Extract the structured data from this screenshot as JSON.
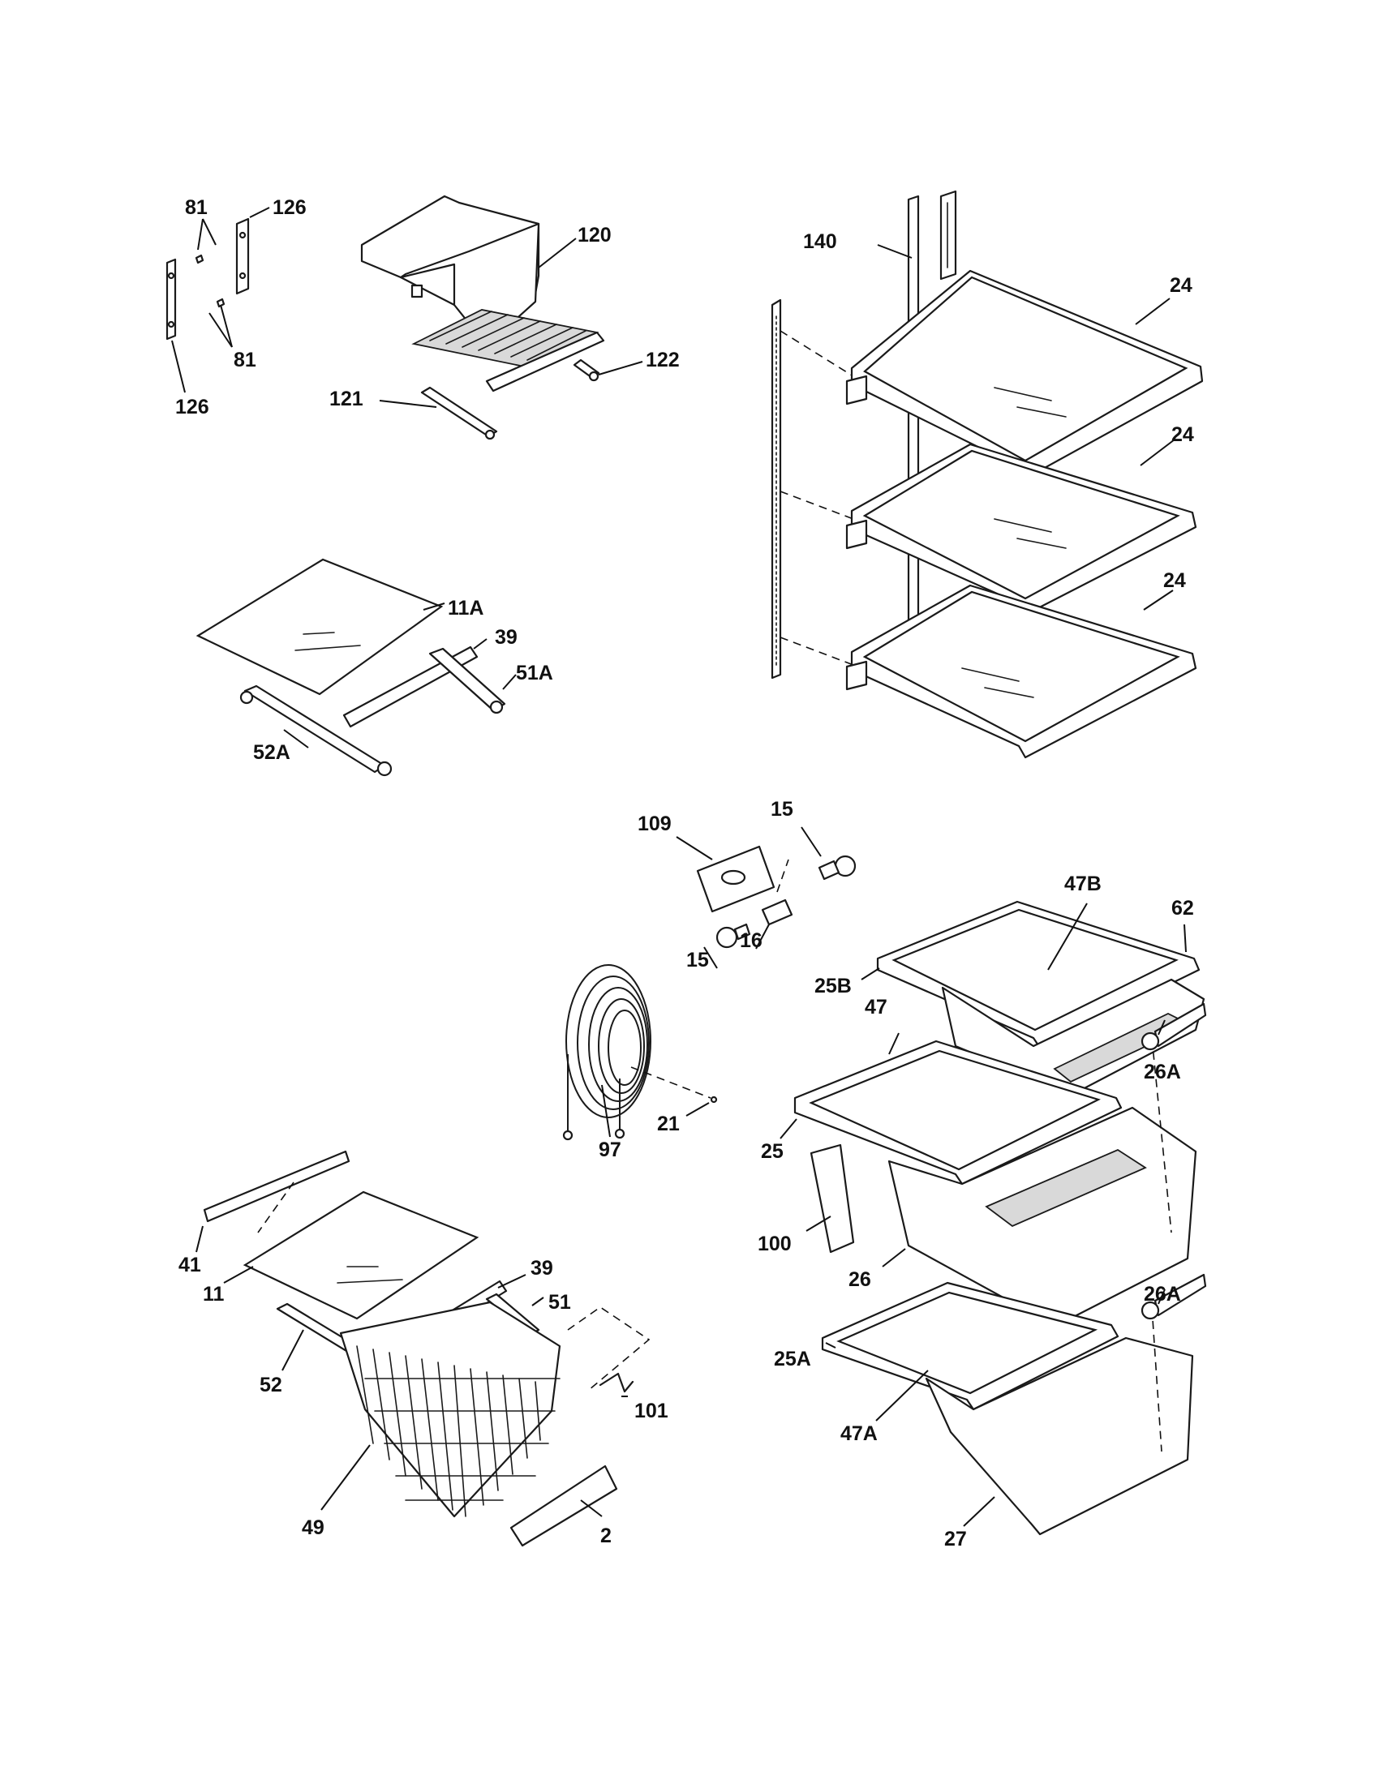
{
  "callouts": {
    "c81a": "81",
    "c126a": "126",
    "c81b": "81",
    "c126b": "126",
    "c120": "120",
    "c122": "122",
    "c121": "121",
    "c140": "140",
    "c24a": "24",
    "c24b": "24",
    "c24c": "24",
    "c11A": "11A",
    "c39a": "39",
    "c51A": "51A",
    "c52A": "52A",
    "c109": "109",
    "c15a": "15",
    "c15b": "15",
    "c16": "16",
    "c47B": "47B",
    "c62": "62",
    "c25B": "25B",
    "c47": "47",
    "c26Aa": "26A",
    "c97": "97",
    "c21": "21",
    "c25": "25",
    "c100": "100",
    "c26": "26",
    "c26Ab": "26A",
    "c25A": "25A",
    "c47A": "47A",
    "c27": "27",
    "c41": "41",
    "c11": "11",
    "c39b": "39",
    "c51": "51",
    "c52": "52",
    "c101": "101",
    "c49": "49",
    "c2": "2"
  }
}
